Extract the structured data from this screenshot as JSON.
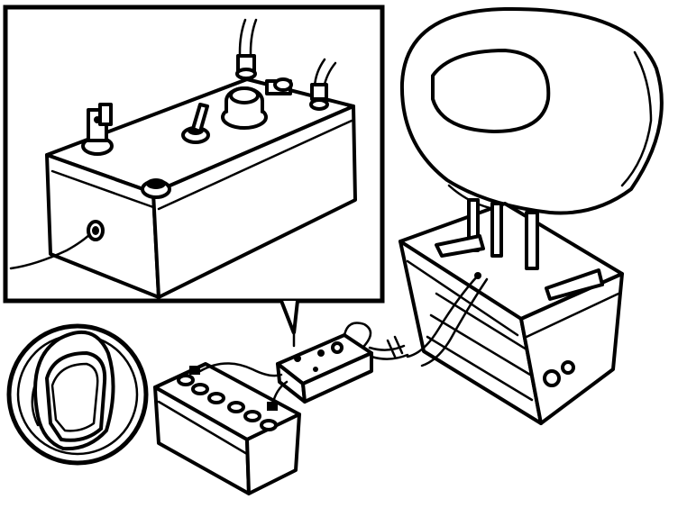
{
  "figure": {
    "background": "#ffffff",
    "ink": "#000000",
    "parts": [
      "inset-control-box",
      "airbag-module",
      "mounting-bracket",
      "control-box",
      "battery",
      "face-shield-symbol"
    ]
  }
}
